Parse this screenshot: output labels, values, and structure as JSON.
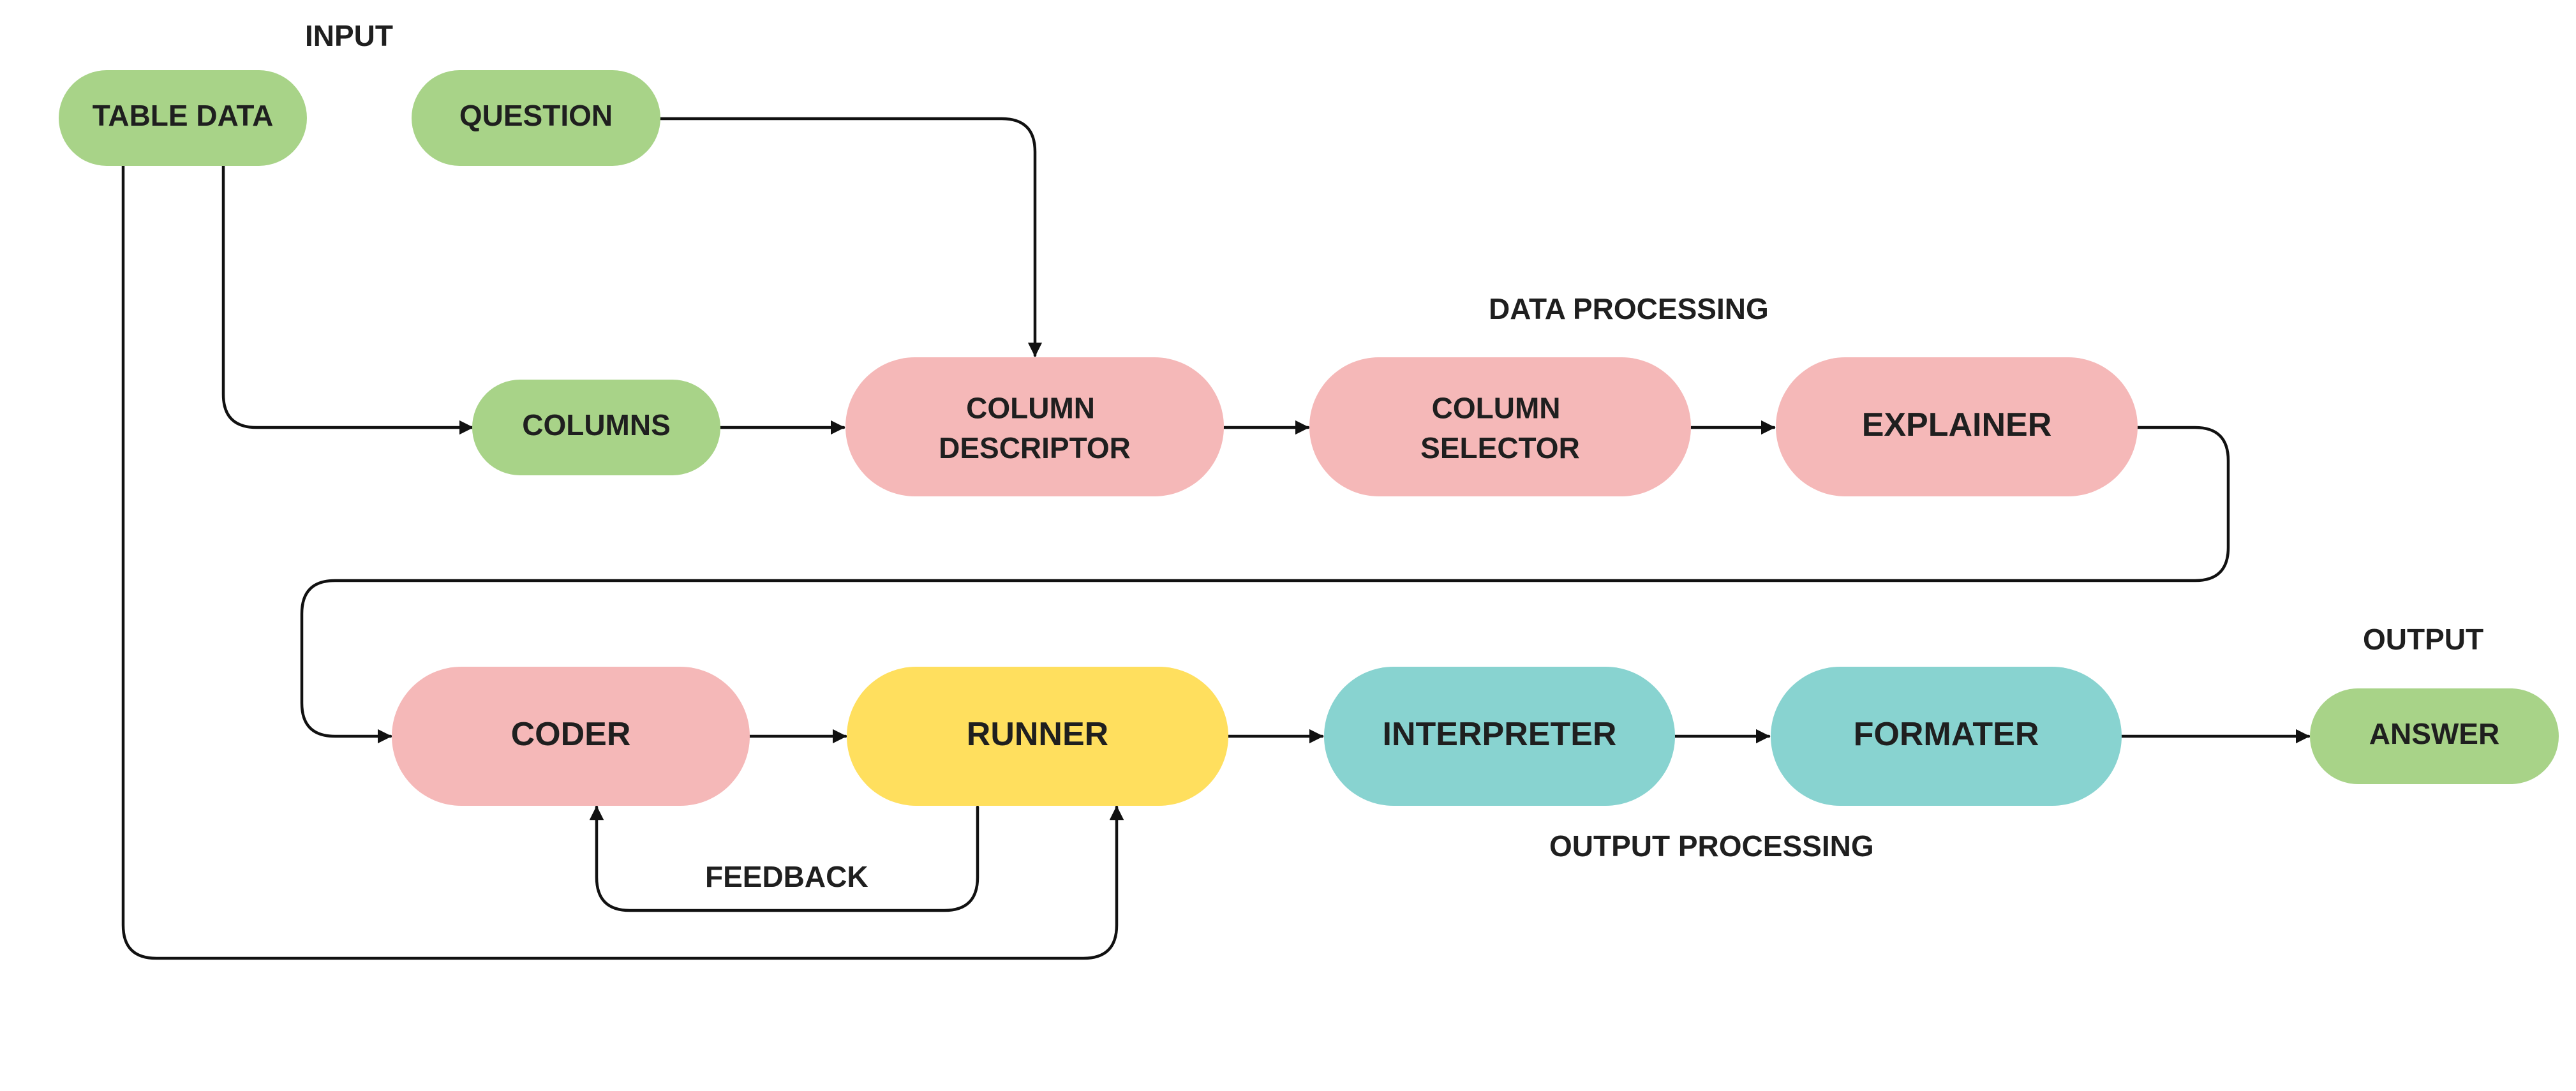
{
  "colors": {
    "input": "#A8D388",
    "process": "#F5B8B8",
    "runner": "#FFDF5E",
    "output_processing": "#88D3D0",
    "output": "#A8D388",
    "edge": "#111111",
    "text": "#1f1f1f"
  },
  "section_labels": {
    "input": "INPUT",
    "data_processing": "DATA PROCESSING",
    "output": "OUTPUT",
    "output_processing": "OUTPUT PROCESSING",
    "feedback": "FEEDBACK"
  },
  "nodes": {
    "table_data": {
      "lines": [
        "TABLE DATA"
      ]
    },
    "question": {
      "lines": [
        "QUESTION"
      ]
    },
    "columns": {
      "lines": [
        "COLUMNS"
      ]
    },
    "column_descriptor": {
      "lines": [
        "COLUMN",
        "DESCRIPTOR"
      ]
    },
    "column_selector": {
      "lines": [
        "COLUMN",
        "SELECTOR"
      ]
    },
    "explainer": {
      "lines": [
        "EXPLAINER"
      ]
    },
    "coder": {
      "lines": [
        "CODER"
      ]
    },
    "runner": {
      "lines": [
        "RUNNER"
      ]
    },
    "interpreter": {
      "lines": [
        "INTERPRETER"
      ]
    },
    "formater": {
      "lines": [
        "FORMATER"
      ]
    },
    "answer": {
      "lines": [
        "ANSWER"
      ]
    }
  }
}
